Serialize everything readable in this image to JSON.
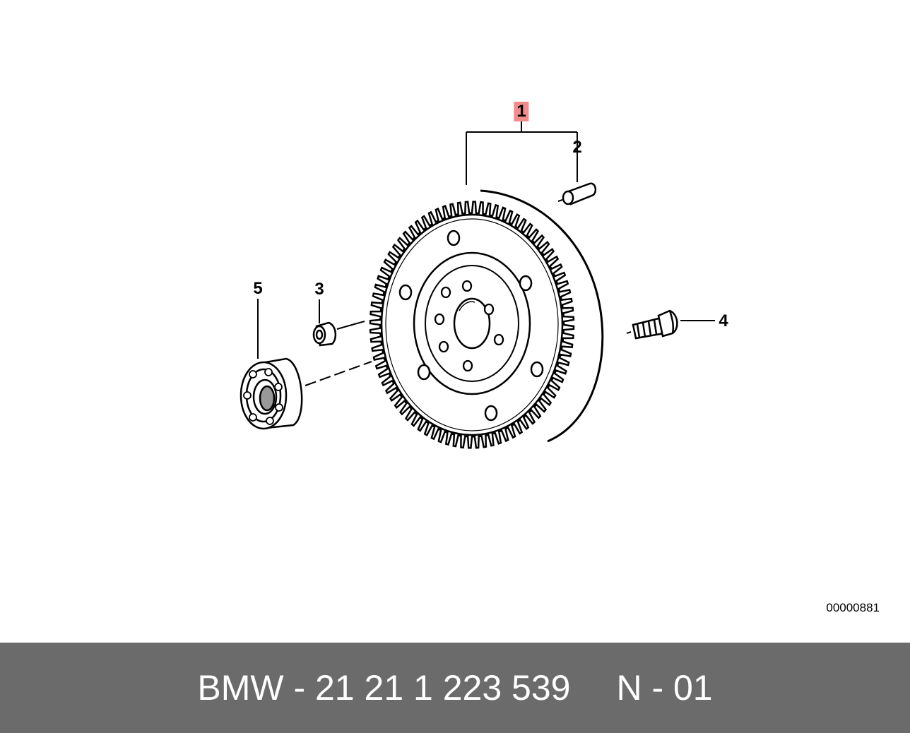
{
  "callouts": {
    "c1": "1",
    "c2": "2",
    "c3": "3",
    "c4": "4",
    "c5": "5"
  },
  "highlight_color": "#f28b8b",
  "diagram_number": "00000881",
  "footer": {
    "part_number": "BMW - 21 21 1 223 539",
    "position": "N - 01",
    "background": "#6b6b6b",
    "text_color": "#ffffff"
  }
}
